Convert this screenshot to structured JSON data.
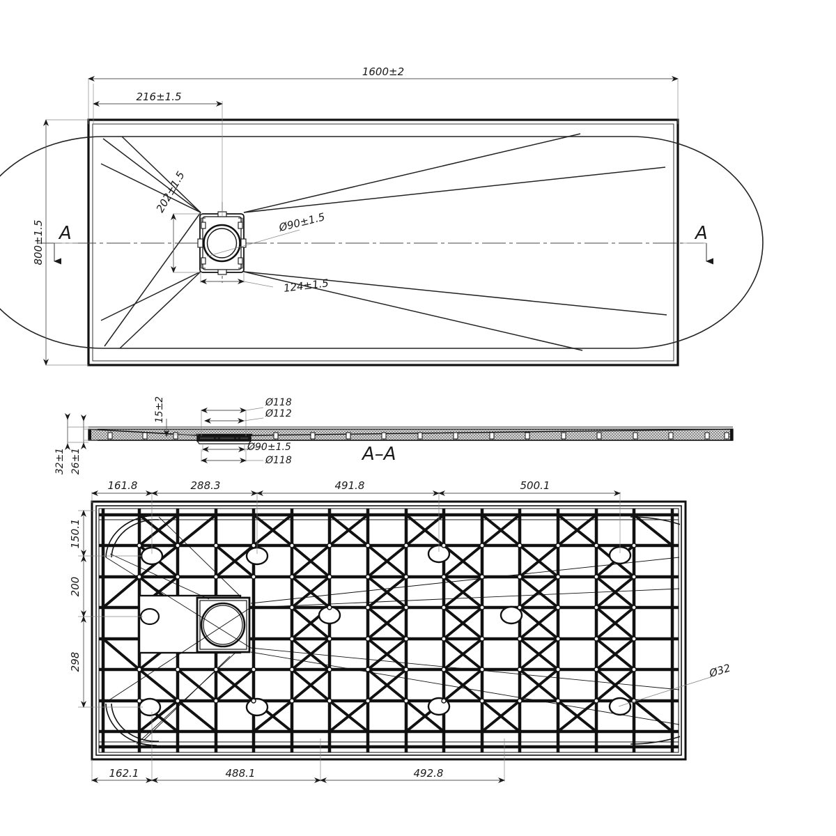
{
  "drawing": {
    "type": "engineering-drawing",
    "subject": "rectangular shower tray 1600x800 with central drain",
    "units": "mm",
    "section_label": "A–A",
    "section_marker_letter": "A"
  },
  "top_view": {
    "name": "top-plan-view",
    "overall_length": "1600±2",
    "overall_width": "800±1.5",
    "drain_offset_x": "216±1.5",
    "drain_box_height": "202±1.5",
    "drain_box_width": "124±1.5",
    "drain_diameter": "Ø90±1.5"
  },
  "section_view": {
    "name": "section-a-a",
    "label": "A–A",
    "total_thickness": "32±1",
    "panel_thickness": "26±1",
    "drain_seat_depth": "15±2",
    "dim_top_outer": "Ø118",
    "dim_top_inner": "Ø112",
    "dim_bottom_inner": "Ø90±1.5",
    "dim_bottom_outer": "Ø118"
  },
  "bottom_view": {
    "name": "bottom-rib-view",
    "top_dims": [
      "161.8",
      "288.3",
      "491.8",
      "500.1"
    ],
    "bottom_dims": [
      "162.1",
      "488.1",
      "492.8"
    ],
    "left_dims": [
      "150.1",
      "200",
      "298"
    ],
    "foot_hole_diameter": "Ø32"
  },
  "colors": {
    "line": "#1a1a1a",
    "thin": "#3a3a3a",
    "dim": "#555555",
    "hatch": "#bdbdbd",
    "paper": "#ffffff"
  }
}
